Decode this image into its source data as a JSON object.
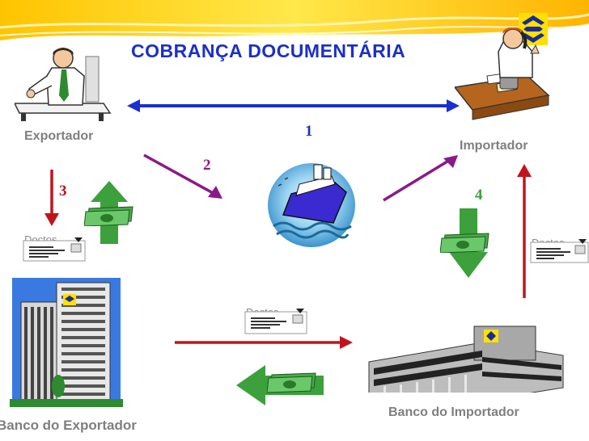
{
  "title": "COBRANÇA DOCUMENTÁRIA",
  "actors": {
    "exportador": "Exportador",
    "importador": "Importador",
    "banco_exportador": "Banco do Exportador",
    "banco_importador": "Banco do Importador"
  },
  "steps": [
    "1",
    "2",
    "3",
    "4"
  ],
  "doc_label": "Doctos",
  "colors": {
    "title": "#1b2fc9",
    "arrow_blue": "#1a2fd0",
    "arrow_purple": "#8a1a8a",
    "arrow_red": "#c0141c",
    "arrow_green": "#3ca03c",
    "banner_yellow": "#ffd200",
    "banner_orange": "#ffb000",
    "bb_yellow": "#ffe000",
    "bb_blue": "#1a2a9a"
  },
  "icons": [
    "bb-logo-icon",
    "ship-icon",
    "money-icon",
    "document-icon",
    "office-tower-icon",
    "bank-building-icon",
    "businessman-icon",
    "telephone-clerk-icon"
  ]
}
